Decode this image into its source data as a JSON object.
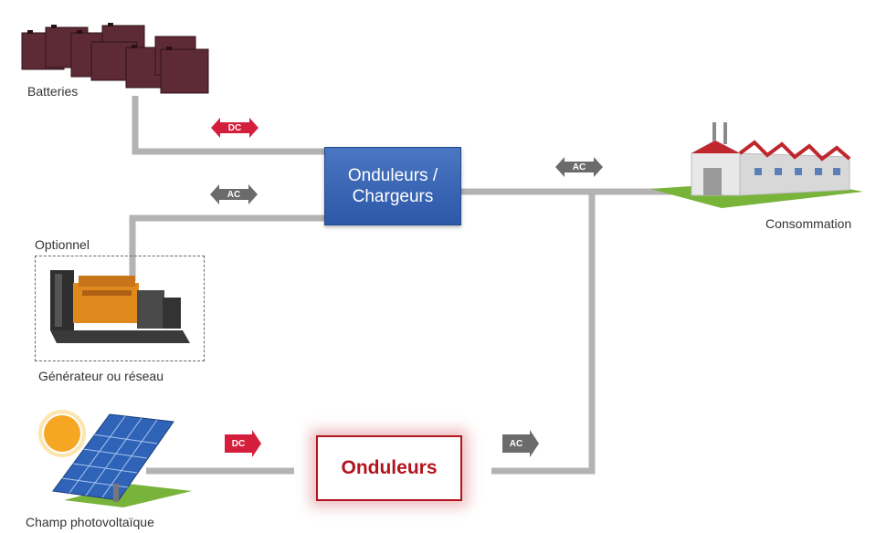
{
  "labels": {
    "batteries": "Batteries",
    "optionnel": "Optionnel",
    "generateur": "Générateur ou réseau",
    "consommation": "Consommation",
    "champ": "Champ photovoltaïque"
  },
  "boxes": {
    "onduleurs_chargeurs_line1": "Onduleurs /",
    "onduleurs_chargeurs_line2": "Chargeurs",
    "onduleurs": "Onduleurs"
  },
  "tags": {
    "batteries_link": "DC",
    "generator_link": "AC",
    "consumption_link": "AC",
    "pv_link": "DC",
    "onduleurs_link": "AC"
  },
  "colors": {
    "line": "#b3b3b3",
    "dc_red": "#d41e3c",
    "ac_gray": "#6b6b6b",
    "blue_box": "#2d58a8",
    "red_box": "#b3141e"
  }
}
